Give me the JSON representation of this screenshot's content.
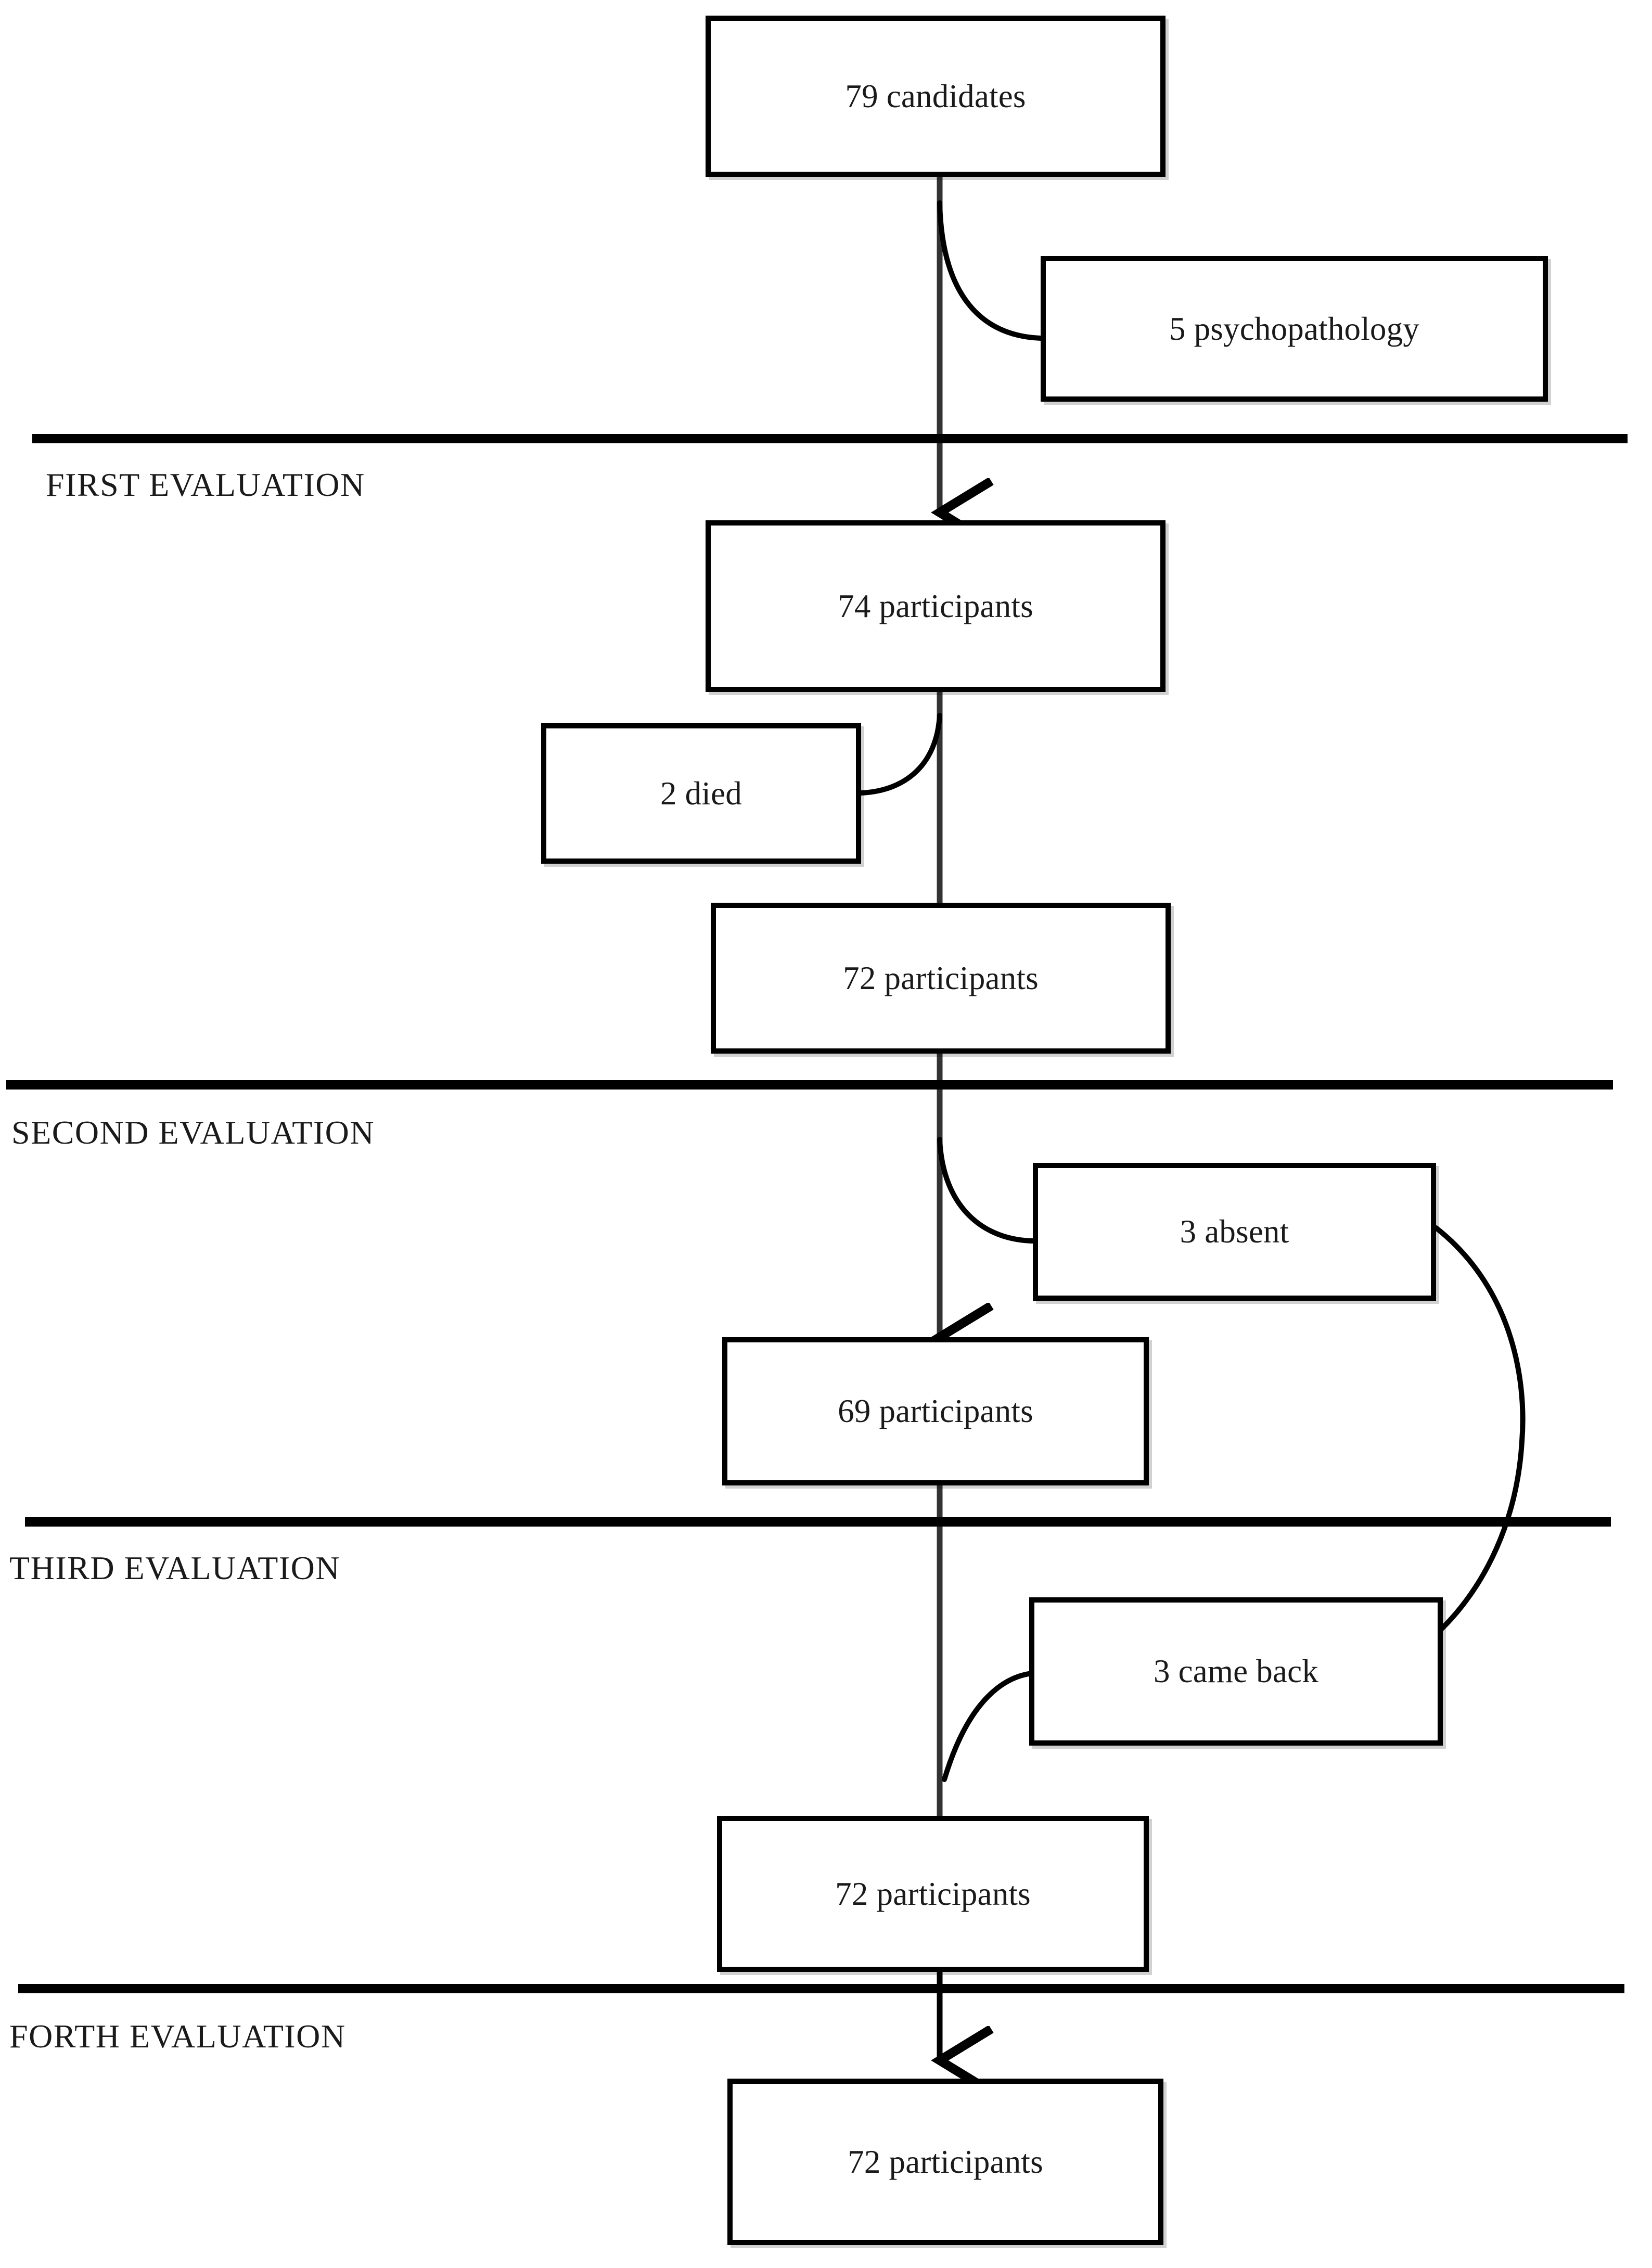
{
  "diagram": {
    "type": "participant-flow-diagram",
    "nodes": [
      {
        "id": "candidates",
        "label": "79 candidates",
        "count": 79,
        "kind": "main"
      },
      {
        "id": "psychopathology",
        "label": "5 psychopathology",
        "count": 5,
        "kind": "exclusion"
      },
      {
        "id": "participants-74",
        "label": "74 participants",
        "count": 74,
        "kind": "main"
      },
      {
        "id": "died",
        "label": "2 died",
        "count": 2,
        "kind": "exclusion"
      },
      {
        "id": "participants-72",
        "label": "72 participants",
        "count": 72,
        "kind": "main"
      },
      {
        "id": "absent",
        "label": "3 absent",
        "count": 3,
        "kind": "exclusion"
      },
      {
        "id": "participants-69",
        "label": "69 participants",
        "count": 69,
        "kind": "main"
      },
      {
        "id": "came-back",
        "label": "3 came back",
        "count": 3,
        "kind": "return"
      },
      {
        "id": "participants-72b",
        "label": "72 participants",
        "count": 72,
        "kind": "main"
      },
      {
        "id": "participants-72c",
        "label": "72 participants",
        "count": 72,
        "kind": "main"
      }
    ],
    "phases": [
      {
        "id": "first",
        "label": "FIRST EVALUATION"
      },
      {
        "id": "second",
        "label": "SECOND EVALUATION"
      },
      {
        "id": "third",
        "label": "THIRD EVALUATION"
      },
      {
        "id": "forth",
        "label": "FORTH EVALUATION"
      }
    ],
    "edges": [
      {
        "from": "candidates",
        "to": "psychopathology",
        "style": "curve"
      },
      {
        "from": "candidates",
        "to": "participants-74",
        "style": "arrow"
      },
      {
        "from": "participants-74",
        "to": "died",
        "style": "curve"
      },
      {
        "from": "participants-74",
        "to": "participants-72",
        "style": "line"
      },
      {
        "from": "participants-72",
        "to": "absent",
        "style": "curve"
      },
      {
        "from": "participants-72",
        "to": "participants-69",
        "style": "arrow"
      },
      {
        "from": "absent",
        "to": "came-back",
        "style": "curve"
      },
      {
        "from": "came-back",
        "to": "participants-72b",
        "style": "curve"
      },
      {
        "from": "participants-69",
        "to": "participants-72b",
        "style": "line"
      },
      {
        "from": "participants-72b",
        "to": "participants-72c",
        "style": "arrow"
      }
    ],
    "colors": {
      "stroke": "#000000",
      "box_fill": "#ffffff",
      "text": "#1a1a1a",
      "background": "#ffffff"
    }
  }
}
